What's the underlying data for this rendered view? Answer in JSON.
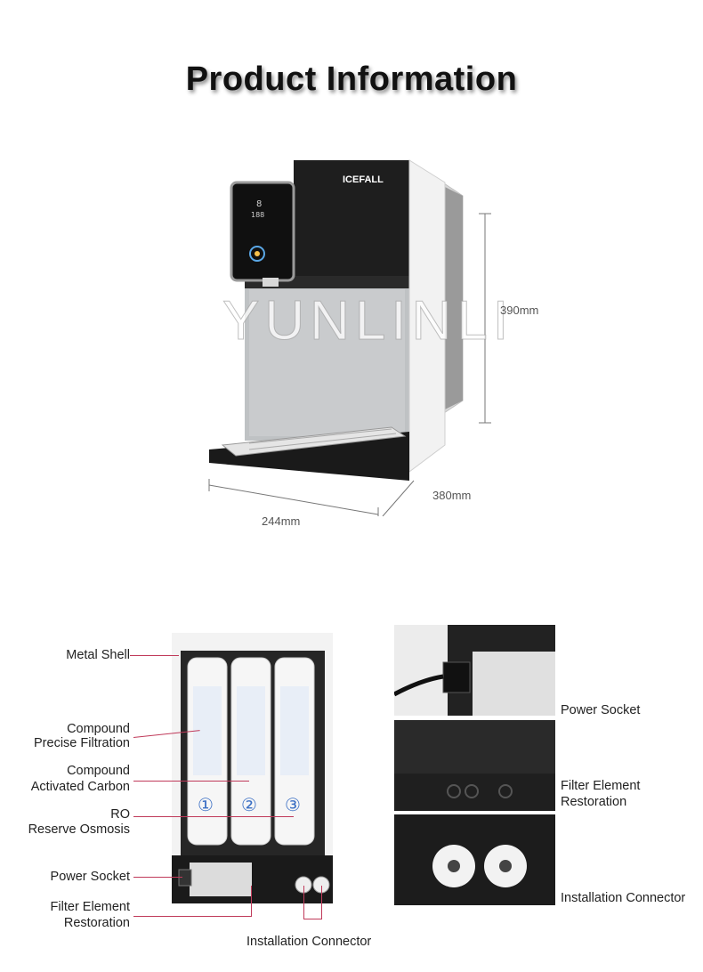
{
  "title": "Product Information",
  "product": {
    "brand": "ICEFALL",
    "watermark": "YUNLINLI",
    "dimensions": {
      "height": "390mm",
      "depth": "380mm",
      "width": "244mm"
    }
  },
  "filters": {
    "left_labels": {
      "metal_shell": "Metal Shell",
      "compound_precise_1": "Compound",
      "compound_precise_2": "Precise Filtration",
      "compound_carbon_1": "Compound",
      "compound_carbon_2": "Activated Carbon",
      "ro_1": "RO",
      "ro_2": "Reserve Osmosis",
      "power_socket": "Power Socket",
      "filter_restore_1": "Filter Element",
      "filter_restore_2": "Restoration"
    },
    "bottom_label": "Installation Connector",
    "cartridge_numbers": [
      "①",
      "②",
      "③"
    ]
  },
  "detail_panels": {
    "power_socket": "Power Socket",
    "filter_restore_1": "Filter Element",
    "filter_restore_2": "Restoration",
    "installation_connector": "Installation Connector"
  },
  "colors": {
    "accent_line": "#c03a5a",
    "machine_dark": "#1b1b1b"
  }
}
